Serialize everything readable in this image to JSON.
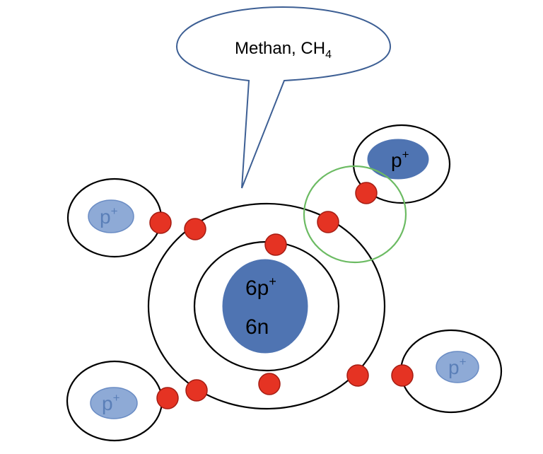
{
  "callout": {
    "text_main": "Methan, CH",
    "text_sub": "4"
  },
  "carbon": {
    "line1": "6p",
    "line1_sup": "+",
    "line2": "6n"
  },
  "hydrogens": [
    {
      "label": "p",
      "sup": "+",
      "style": "dark"
    },
    {
      "label": "p",
      "sup": "+",
      "style": "light"
    },
    {
      "label": "p",
      "sup": "+",
      "style": "light"
    },
    {
      "label": "p",
      "sup": "+",
      "style": "light"
    }
  ],
  "colors": {
    "nucleus_dark": "#4f74b2",
    "nucleus_light": "#8eaad6",
    "nucleus_light_stroke": "#6a8cc4",
    "nucleus_light_text": "#5a7fb8",
    "electron_fill": "#e53323",
    "electron_stroke": "#a51c12",
    "callout_stroke": "#3d5f94",
    "highlight_ring": "#6cbb63",
    "orbit": "#000000"
  }
}
